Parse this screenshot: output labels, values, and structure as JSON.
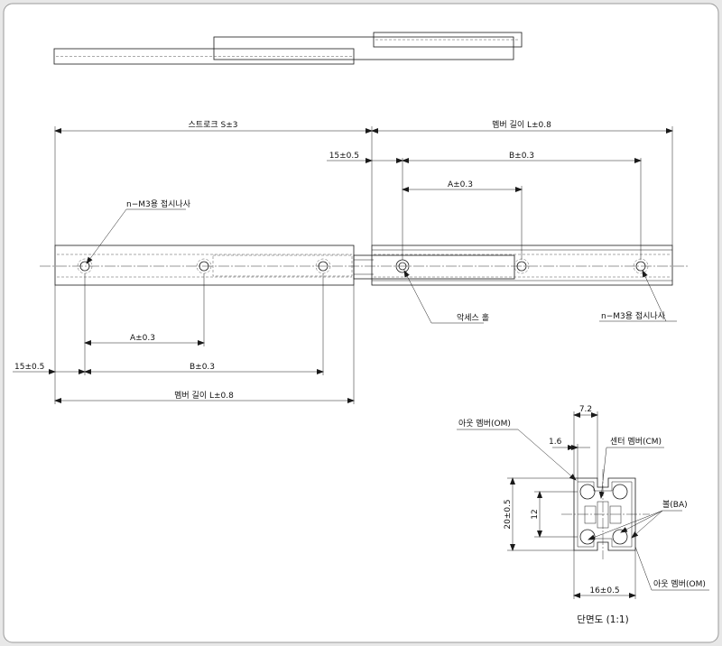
{
  "labels": {
    "stroke": "스트로크 S±3",
    "member_length_right": "멤버 길이 L±0.8",
    "member_length_left": "멤버 길이 L±0.8",
    "offset_right": "15±0.5",
    "offset_left": "15±0.5",
    "b_right": "B±0.3",
    "a_right": "A±0.3",
    "a_left": "A±0.3",
    "b_left": "B±0.3",
    "screw_left": "n−M3용 접시나사",
    "screw_right": "n−M3용 접시나사",
    "access_hole": "악세스 홀",
    "outer_member_top": "아웃 멤버(OM)",
    "center_member": "센터 멤버(CM)",
    "ball": "볼(BA)",
    "outer_member_bottom": "아웃 멤버(OM)",
    "dim_7_2": "7.2",
    "dim_1_6": "1.6",
    "dim_20": "20±0.5",
    "dim_12": "12",
    "dim_16": "16±0.5",
    "section_caption": "단면도 (1:1)"
  },
  "colors": {
    "background": "#e8e8e8",
    "paper": "#ffffff",
    "line": "#1a1a1a"
  }
}
